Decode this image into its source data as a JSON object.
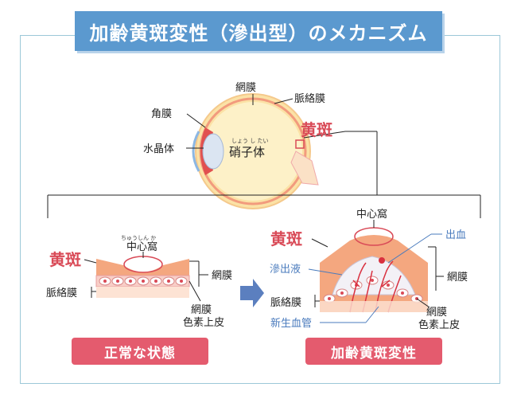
{
  "title": "加齢黄斑変性（滲出型）のメカニズム",
  "eye": {
    "retina": "網膜",
    "choroid": "脈絡膜",
    "cornea": "角膜",
    "lens": "水晶体",
    "vitreous": "硝子体",
    "vitreous_ruby": "しょう し たい",
    "macula": "黄斑"
  },
  "normal": {
    "fovea_ruby": "ちゅうしん か",
    "fovea": "中心窩",
    "macula": "黄斑",
    "retina": "網膜",
    "choroid": "脈絡膜",
    "rpe_line1": "網膜",
    "rpe_line2": "色素上皮",
    "caption": "正常な状態"
  },
  "amd": {
    "fovea": "中心窩",
    "macula": "黄斑",
    "hemorrhage": "出血",
    "exudate": "滲出液",
    "retina": "網膜",
    "choroid": "脈絡膜",
    "rpe_line1": "網膜",
    "rpe_line2": "色素上皮",
    "neovessel": "新生血管",
    "caption": "加齢黄斑変性"
  },
  "colors": {
    "banner": "#5b99cf",
    "accent_red": "#d94a57",
    "accent_blue": "#4a7bbd",
    "tissue": "#f4a77f",
    "caption_pill": "#e45b6e"
  }
}
